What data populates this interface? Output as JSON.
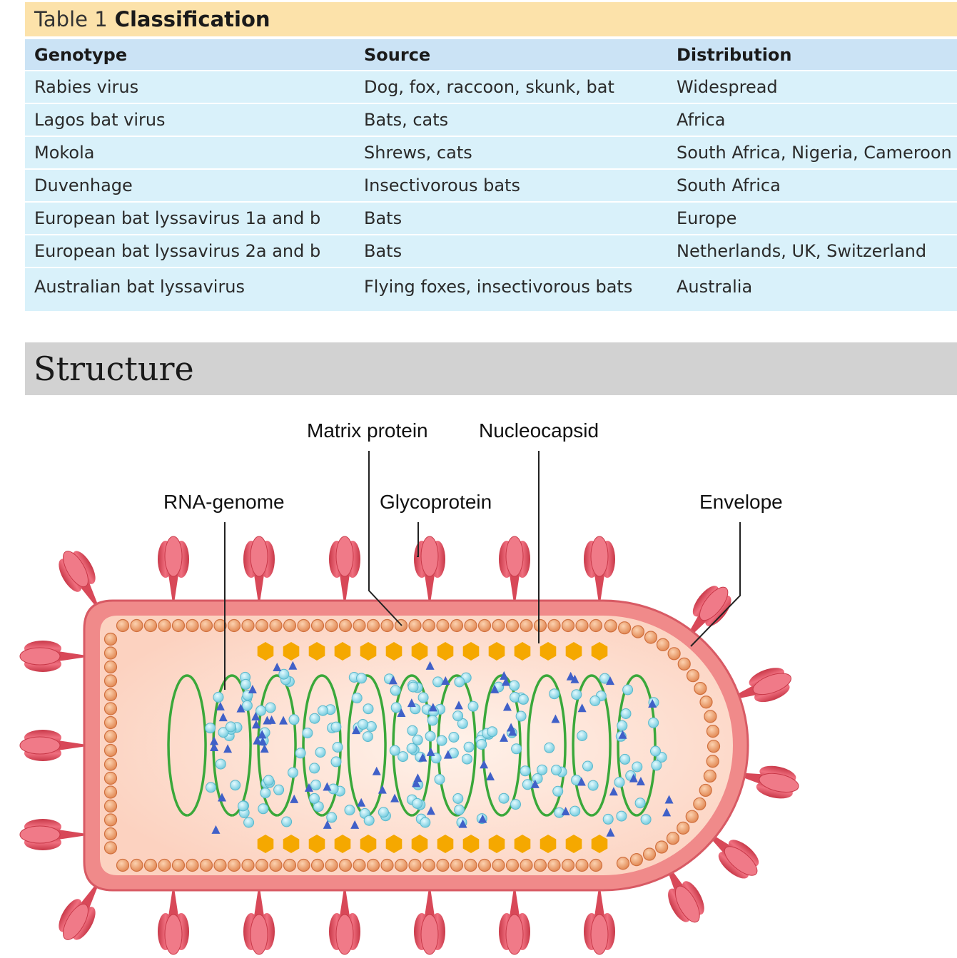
{
  "table": {
    "number": "Table 1",
    "title": "Classification",
    "headers": [
      "Genotype",
      "Source",
      "Distribution"
    ],
    "rows": [
      [
        "Rabies virus",
        "Dog, fox, raccoon, skunk, bat",
        "Widespread"
      ],
      [
        "Lagos bat virus",
        "Bats, cats",
        "Africa"
      ],
      [
        "Mokola",
        "Shrews, cats",
        "South Africa, Nigeria, Cameroon"
      ],
      [
        "Duvenhage",
        "Insectivorous bats",
        "South Africa"
      ],
      [
        "European bat lyssavirus 1a and b",
        "Bats",
        "Europe"
      ],
      [
        "European bat lyssavirus 2a and b",
        "Bats",
        "Netherlands, UK, Switzerland"
      ],
      [
        "Australian bat lyssavirus",
        "Flying foxes, insectivorous bats",
        "Australia"
      ]
    ]
  },
  "section": {
    "title": "Structure"
  },
  "diagram": {
    "labels": {
      "matrix_protein": "Matrix protein",
      "nucleocapsid": "Nucleocapsid",
      "rna_genome": "RNA-genome",
      "glycoprotein": "Glycoprotein",
      "envelope": "Envelope"
    },
    "colors": {
      "envelope": "#f08a8a",
      "interior": "#fde0d0",
      "matrix_beads": "#f0a070",
      "spikes": "#e0505f",
      "rna": "#3aa83a",
      "nucleoprotein": "#8fd8e8",
      "polymerase": "#4060c8",
      "hexagons": "#f5a800"
    }
  }
}
